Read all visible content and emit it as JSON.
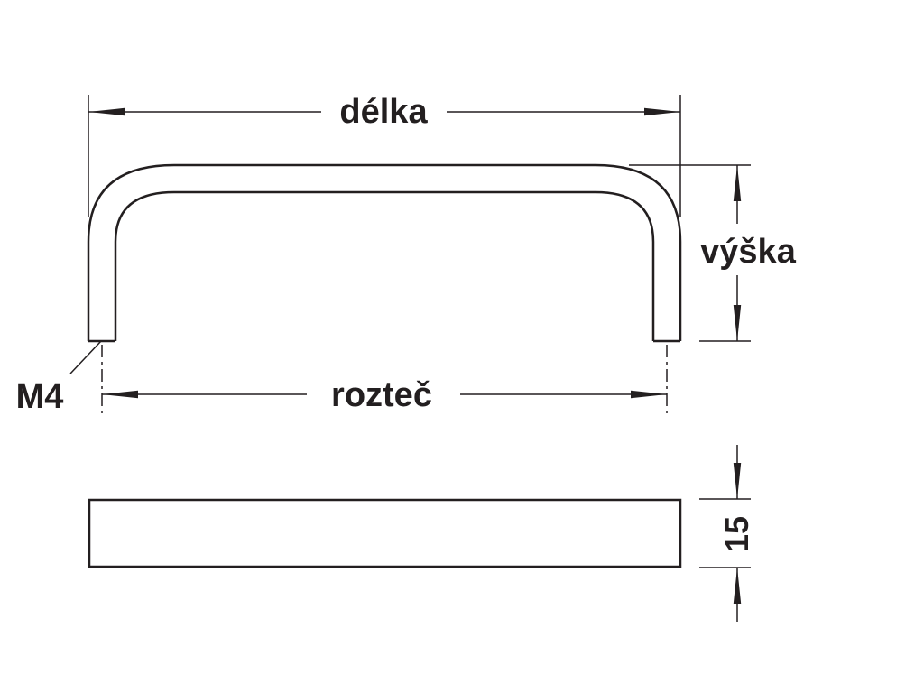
{
  "labels": {
    "length": "délka",
    "height": "výška",
    "thread": "M4",
    "spacing": "rozteč",
    "thickness": "15"
  },
  "colors": {
    "line": "#231f20",
    "background": "#ffffff"
  }
}
